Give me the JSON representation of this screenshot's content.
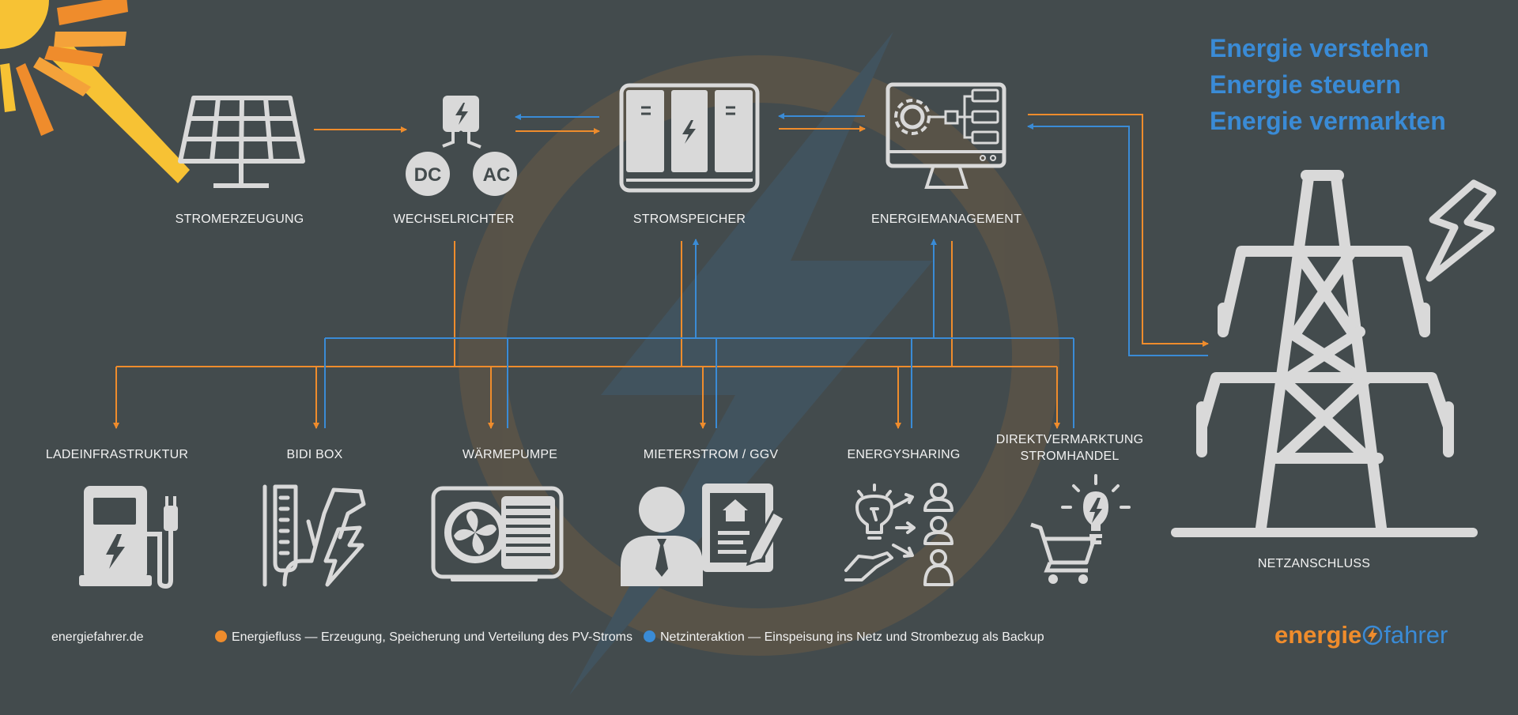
{
  "tagline": [
    "Energie verstehen",
    "Energie steuern",
    "Energie vermarkten"
  ],
  "top_nodes": {
    "generation": "STROMERZEUGUNG",
    "inverter": "WECHSELRICHTER",
    "storage": "STROMSPEICHER",
    "management": "ENERGIEMANAGEMENT"
  },
  "inverter_icon": {
    "dc": "DC",
    "ac": "AC"
  },
  "bottom_nodes": {
    "charging": "LADEINFRASTRUKTUR",
    "bidi": "BIDI BOX",
    "heatpump": "WÄRMEPUMPE",
    "tenant": "MIETERSTROM / GGV",
    "sharing": "ENERGYSHARING",
    "direct_line1": "DIREKTVERMARKTUNG",
    "direct_line2": "STROMHANDEL"
  },
  "grid": "NETZANSCHLUSS",
  "footer": {
    "website": "energiefahrer.de",
    "legend_energy": "Energiefluss — Erzeugung, Speicherung und Verteilung des PV-Stroms",
    "legend_grid": "Netzinteraktion — Einspeisung ins Netz und Strombezug als Backup"
  },
  "brand": {
    "part1": "energie",
    "part2": "fahrer"
  },
  "colors": {
    "background": "#434b4d",
    "energy_flow": "#ef8c2c",
    "grid_interaction": "#3a8bd6",
    "icon": "#d9d9d9",
    "sun": "#f7c234"
  }
}
